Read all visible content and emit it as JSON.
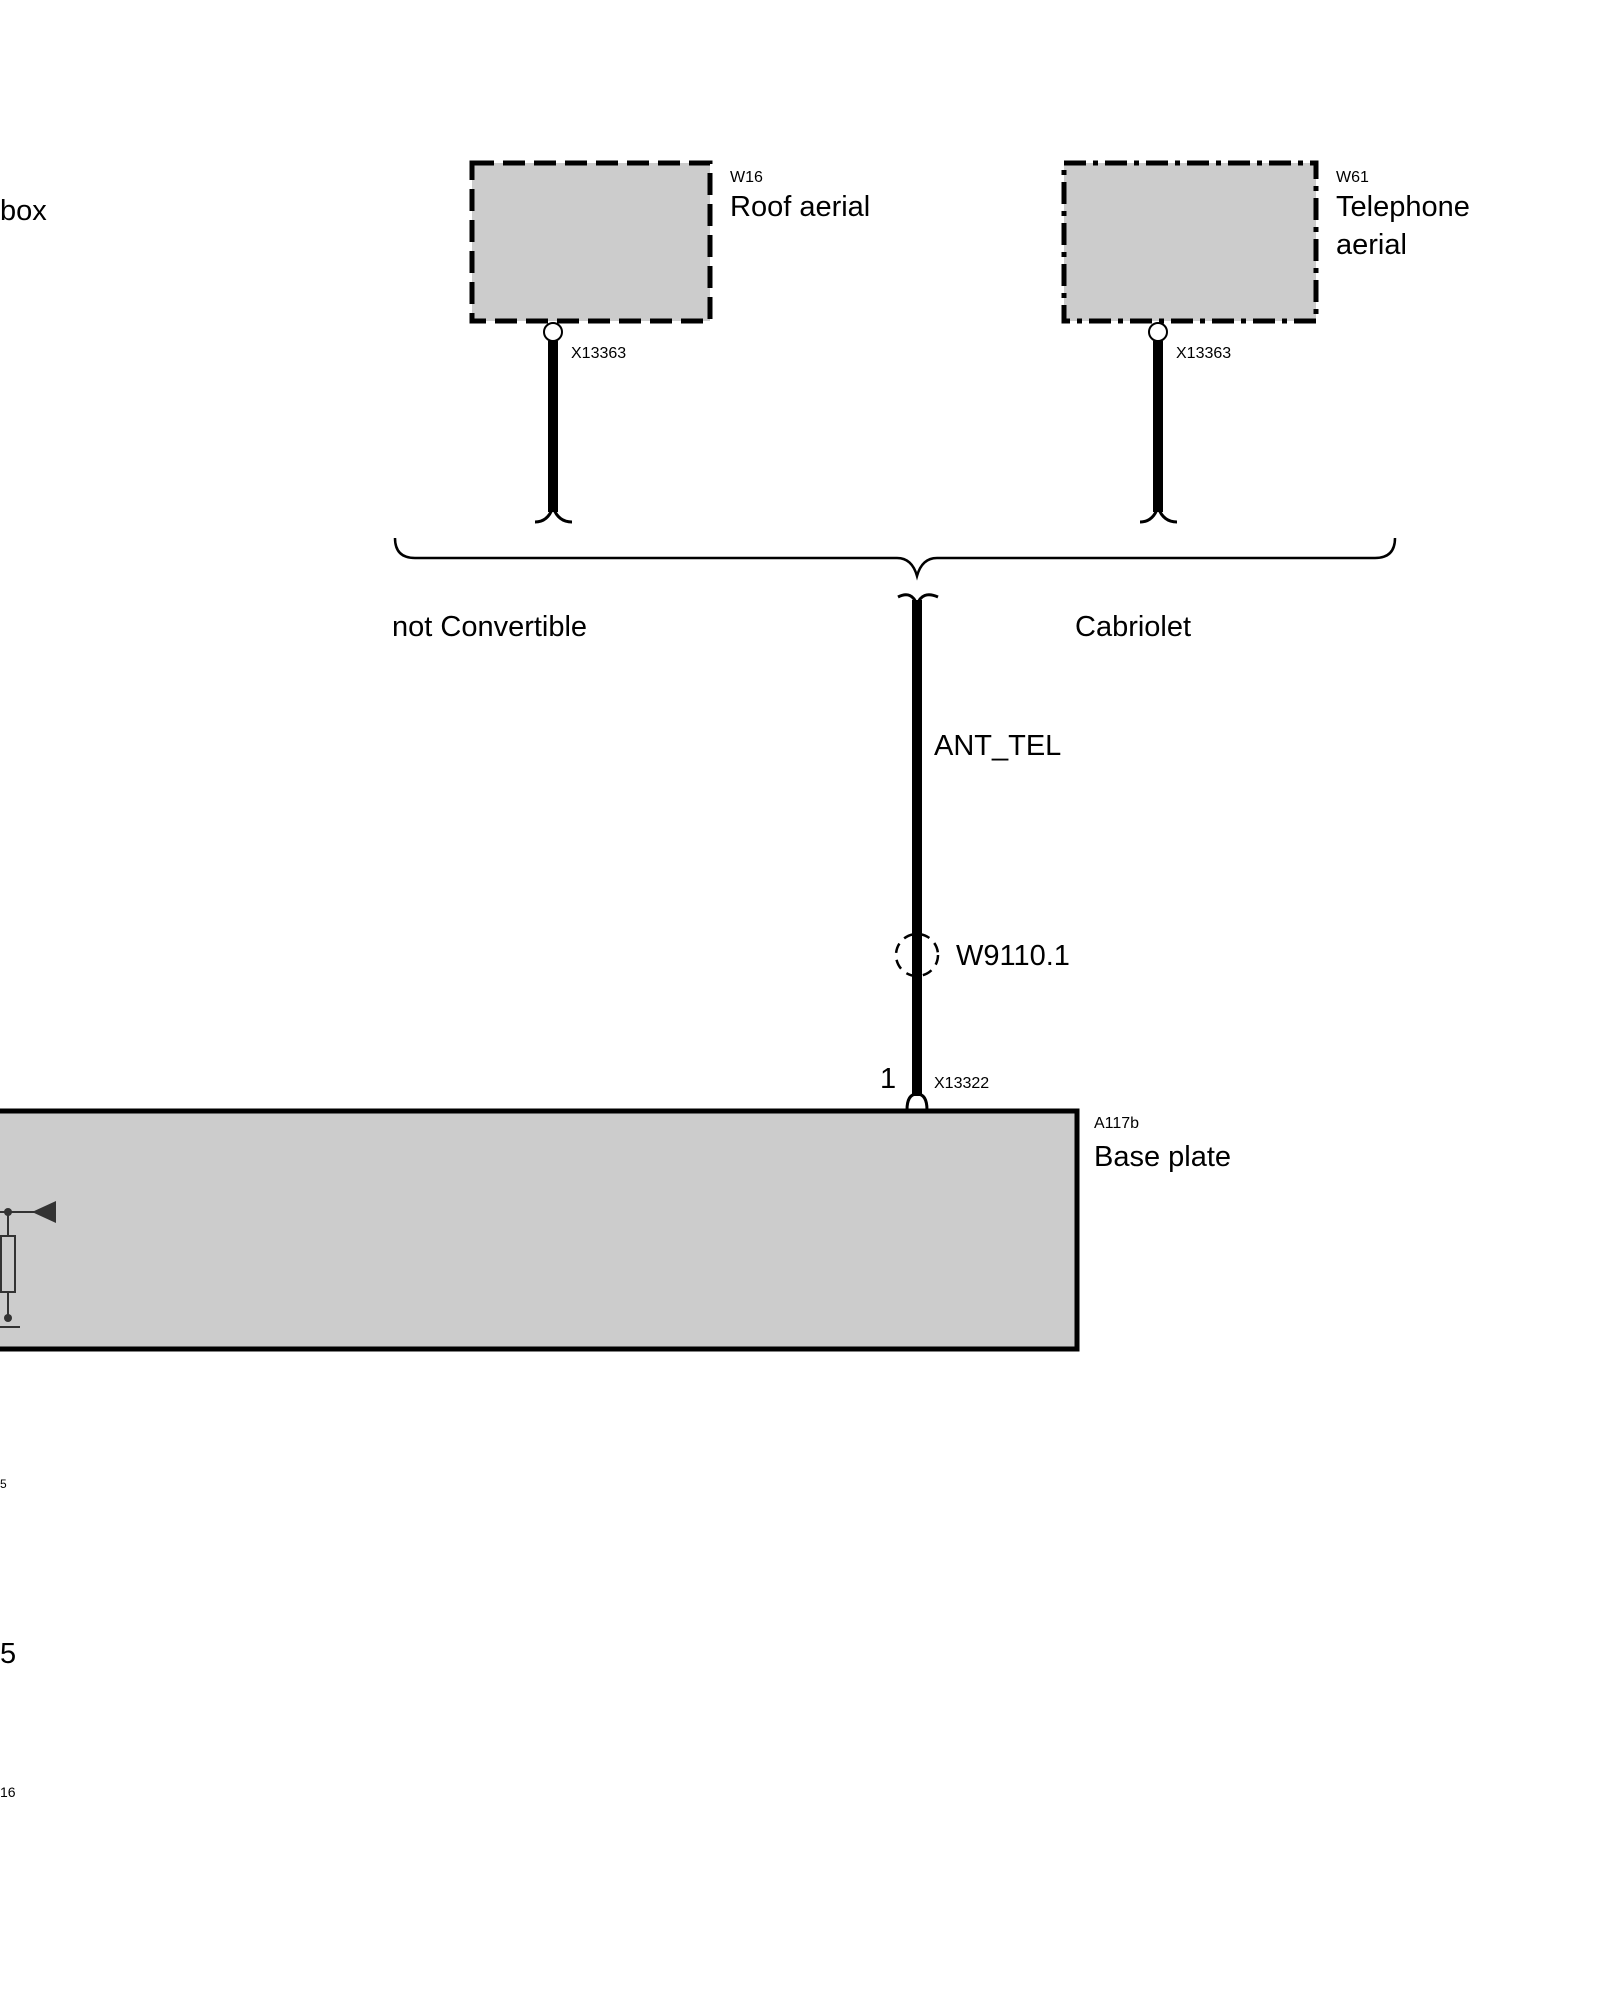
{
  "left_edge": {
    "label_top": "box",
    "label_mid_small": "5",
    "label_mid_large": "5",
    "label_bottom_small": "16"
  },
  "components": {
    "roof_aerial": {
      "code": "W16",
      "name": "Roof aerial",
      "connector": "X13363"
    },
    "telephone_aerial": {
      "code": "W61",
      "name_line1": "Telephone",
      "name_line2": "aerial",
      "connector": "X13363"
    },
    "base_plate": {
      "code": "A117b",
      "name": "Base plate",
      "connector": "X13322",
      "pin": "1"
    }
  },
  "variants": {
    "left": "not Convertible",
    "right": "Cabriolet"
  },
  "wire": {
    "signal": "ANT_TEL",
    "harness": "W9110.1"
  },
  "colors": {
    "component_fill": "#cccccc",
    "line": "#000000",
    "symbol": "#333333"
  }
}
